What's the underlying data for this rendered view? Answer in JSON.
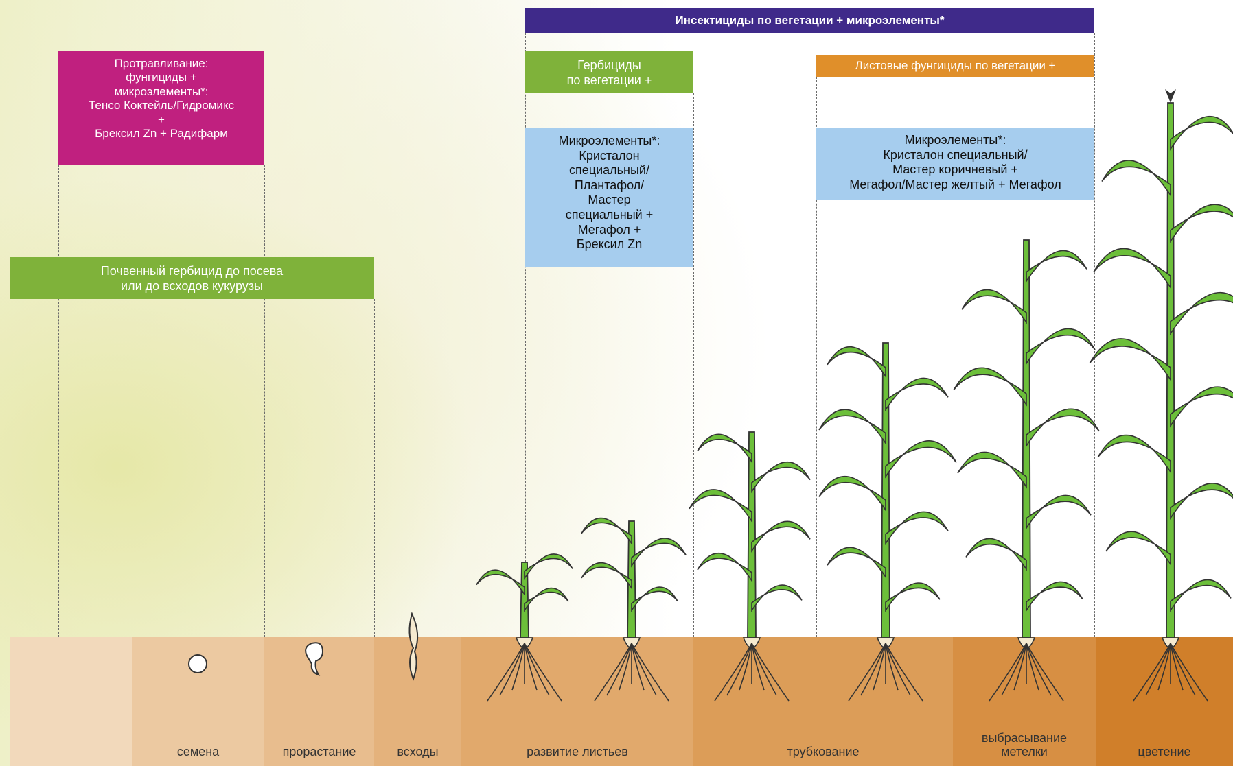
{
  "top_bar": {
    "text": "Инсектициды по вегетации + микроэлементы*",
    "color": "#3f2a8a"
  },
  "seed_treatment": {
    "lines": [
      "Протравливание:",
      "фунгициды +",
      "микроэлементы*:",
      "Тенсо Коктейль/Гидромикс",
      "+",
      "Брексил Zn + Радифарм"
    ],
    "color": "#c0207f"
  },
  "soil_herbicide": {
    "lines": [
      "Почвенный гербицид до посева",
      "или до всходов кукурузы"
    ],
    "color": "#7fb23a"
  },
  "veg_herbicides": {
    "lines": [
      "Гербициды",
      "по вегетации +"
    ],
    "color": "#7fb23a"
  },
  "micro_early": {
    "lines": [
      "Микроэлементы*:",
      "Кристалон",
      "специальный/",
      "Плантафол/",
      "Мастер",
      "специальный +",
      "Мегафол +",
      "Брексил Zn"
    ],
    "color": "#a6cdee"
  },
  "leaf_fungicides": {
    "text": "Листовые фунгициды по вегетации +",
    "color": "#e08f2a"
  },
  "micro_late": {
    "lines": [
      "Микроэлементы*:",
      "Кристалон специальный/",
      "Мастер коричневый +",
      "Мегафол/Мастер желтый + Мегафол"
    ],
    "color": "#a6cdee"
  },
  "stages": [
    {
      "label": "",
      "color": "#f2d9bb"
    },
    {
      "label": "семена",
      "color": "#ecc9a1"
    },
    {
      "label": "прорастание",
      "color": "#e8bd8e"
    },
    {
      "label": "всходы",
      "color": "#e4b27c"
    },
    {
      "label": "развитие листьев",
      "color": "#e1a96c"
    },
    {
      "label": "трубкование",
      "color": "#dc9d58"
    },
    {
      "label": "выбрасывание метелки",
      "color": "#d78f43"
    },
    {
      "label": "цветение",
      "color": "#d07f2a"
    }
  ],
  "plant_color": "#6cbf3a",
  "root_color": "#f5ead0"
}
